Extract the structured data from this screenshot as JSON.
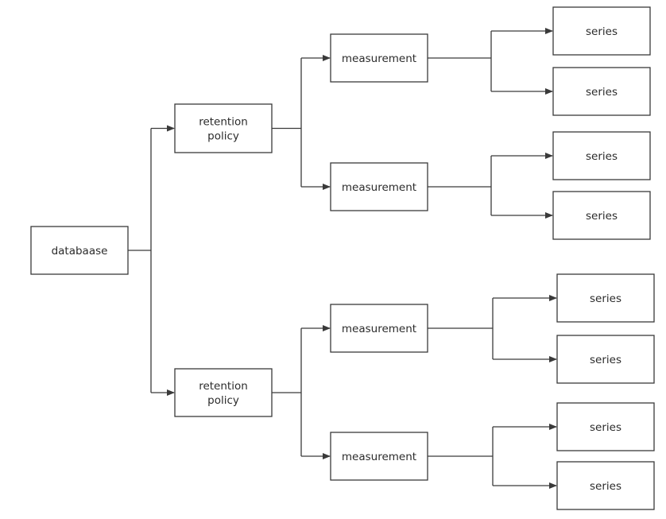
{
  "diagram": {
    "root": {
      "label": "databaase",
      "children": [
        {
          "label": "retention\npolicy",
          "children": [
            {
              "label": "measurement",
              "children": [
                {
                  "label": "series"
                },
                {
                  "label": "series"
                }
              ]
            },
            {
              "label": "measurement",
              "children": [
                {
                  "label": "series"
                },
                {
                  "label": "series"
                }
              ]
            }
          ]
        },
        {
          "label": "retention\npolicy",
          "children": [
            {
              "label": "measurement",
              "children": [
                {
                  "label": "series"
                },
                {
                  "label": "series"
                }
              ]
            },
            {
              "label": "measurement",
              "children": [
                {
                  "label": "series"
                },
                {
                  "label": "series"
                }
              ]
            }
          ]
        }
      ]
    }
  }
}
